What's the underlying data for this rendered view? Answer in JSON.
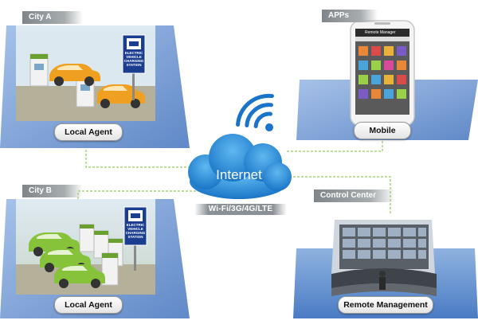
{
  "city_a": {
    "tag": "City A",
    "agent_label": "Local Agent"
  },
  "city_b": {
    "tag": "City B",
    "agent_label": "Local Agent"
  },
  "apps": {
    "tag": "APPs",
    "device_label": "Mobile",
    "screen_title": "Remote Manager"
  },
  "control_center": {
    "tag": "Control Center",
    "label": "Remote Management"
  },
  "internet": {
    "label": "Internet",
    "link_types": "Wi-Fi/3G/4G/LTE"
  },
  "station_sign": {
    "text": "ELECTRIC\nVEHICLE\nCHARGING\nSTATION"
  },
  "colors": {
    "platform": "#5b86c8",
    "cloud": "#2a8fd8",
    "connector": "#7cbf3a",
    "orange_car": "#f0a020",
    "green_car": "#86c23a"
  },
  "icons": [
    "wifi-icon",
    "cloud-icon",
    "smartphone-icon",
    "charging-station-icon",
    "car-icon",
    "video-wall-icon",
    "operator-icon"
  ]
}
